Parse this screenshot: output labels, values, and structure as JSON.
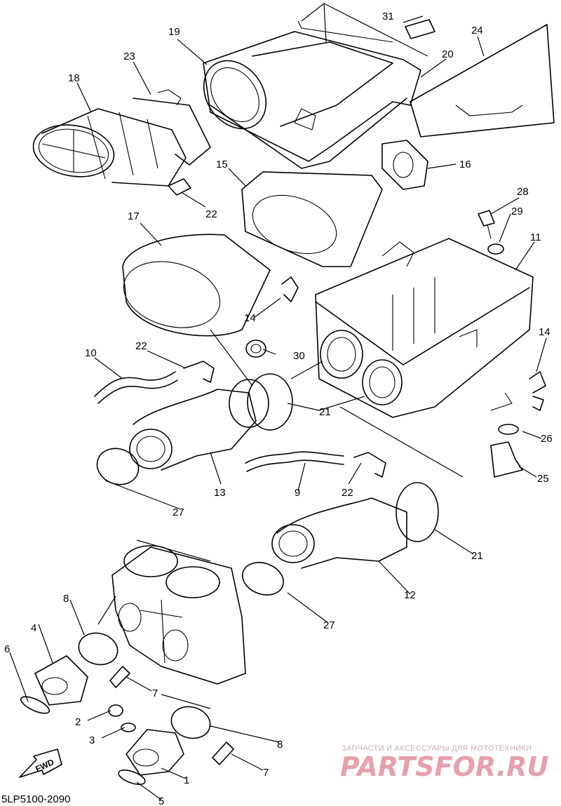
{
  "diagram": {
    "drawing_code": "5LP5100-2090",
    "direction_marker": "FWD",
    "part_numbers": [
      "31",
      "19",
      "24",
      "20",
      "23",
      "18",
      "16",
      "15",
      "28",
      "29",
      "11",
      "22",
      "17",
      "14",
      "30",
      "10",
      "22",
      "21",
      "14",
      "26",
      "13",
      "9",
      "22",
      "25",
      "27",
      "21",
      "12",
      "8",
      "27",
      "4",
      "6",
      "7",
      "2",
      "8",
      "3",
      "7",
      "1",
      "5"
    ]
  },
  "watermark": {
    "tagline": "ЗАПЧАСТИ И АКСЕССУАРЫ ДЛЯ МОТОТЕХНИКИ",
    "brand": "PARTSFOR.RU"
  },
  "colors": {
    "line": "#000000",
    "watermark_brand": "#e6a1ad",
    "watermark_tagline": "#c9b0b5"
  }
}
